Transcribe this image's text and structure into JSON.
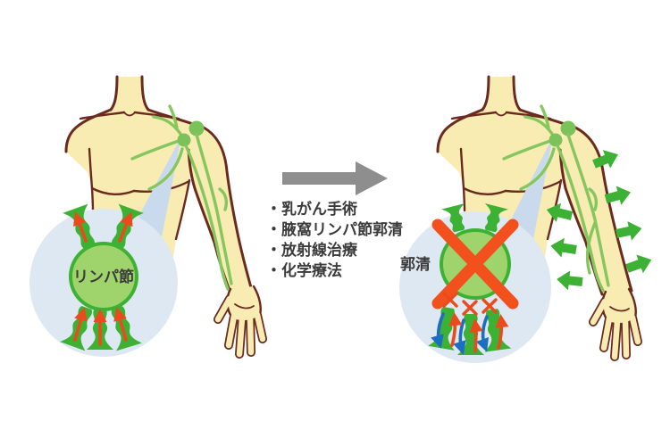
{
  "illustration": {
    "before_panel": {
      "magnifier_label": "リンパ節"
    },
    "transition": {
      "causes": [
        "・乳がん手術",
        "・腋窩リンパ節郭清",
        "・放射線治療",
        "・化学療法"
      ]
    },
    "after_panel": {
      "magnifier_label": "郭清"
    },
    "colors": {
      "skin": "#F9ECB3",
      "outline": "#6A2B1E",
      "lymph_vessel_light": "#85C65E",
      "lymph_green": "#3CB134",
      "node_fill": "#9FD46C",
      "magnifier_bg": "#DEE8F2",
      "beam": "#C9DAED",
      "alert_red": "#EB4A1C",
      "cross_red": "#F2501D",
      "flow_blue": "#1C6EC1",
      "transition_gray": "#8E8E8E",
      "label_text": "#3B3B3B",
      "background": "#FFFFFF"
    }
  }
}
